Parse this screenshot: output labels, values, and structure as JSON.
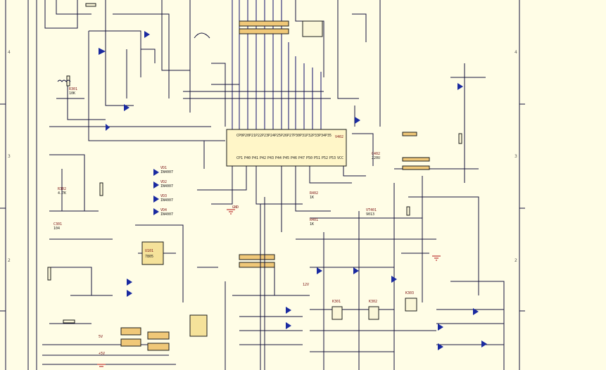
{
  "border": {
    "right_zone_numbers": [
      "4",
      "3",
      "2"
    ],
    "left_zone_numbers": [
      "4",
      "3",
      "2"
    ]
  },
  "main_ic": {
    "ref": "V402",
    "top_pin_labels": [
      "CP0",
      "P20",
      "P21",
      "P22",
      "P23",
      "P24",
      "P25",
      "P26",
      "P27",
      "P30",
      "P31",
      "P32",
      "P33",
      "P34",
      "P35"
    ],
    "bottom_pin_labels": [
      "CP1",
      "P40",
      "P41",
      "P42",
      "P43",
      "P44",
      "P45",
      "P46",
      "P47",
      "P50",
      "P51",
      "P52",
      "P53",
      "VCC"
    ]
  },
  "components": [
    {
      "ref": "R301",
      "value": "10K"
    },
    {
      "ref": "R302",
      "value": "4.7K"
    },
    {
      "ref": "C301",
      "value": "104"
    },
    {
      "ref": "VD1",
      "value": "IN4007"
    },
    {
      "ref": "VD2",
      "value": "IN4007"
    },
    {
      "ref": "VD3",
      "value": "IN4007"
    },
    {
      "ref": "VD4",
      "value": "IN4007"
    },
    {
      "ref": "R401",
      "value": "1K"
    },
    {
      "ref": "R402",
      "value": "1K"
    },
    {
      "ref": "C402",
      "value": "220U"
    },
    {
      "ref": "VT401",
      "value": "9013"
    },
    {
      "ref": "U101",
      "value": "7805"
    },
    {
      "ref": "K301",
      "value": ""
    },
    {
      "ref": "K302",
      "value": ""
    },
    {
      "ref": "K303",
      "value": ""
    }
  ],
  "side_labels": [
    "5V",
    "+5V",
    "12V",
    "GND"
  ]
}
